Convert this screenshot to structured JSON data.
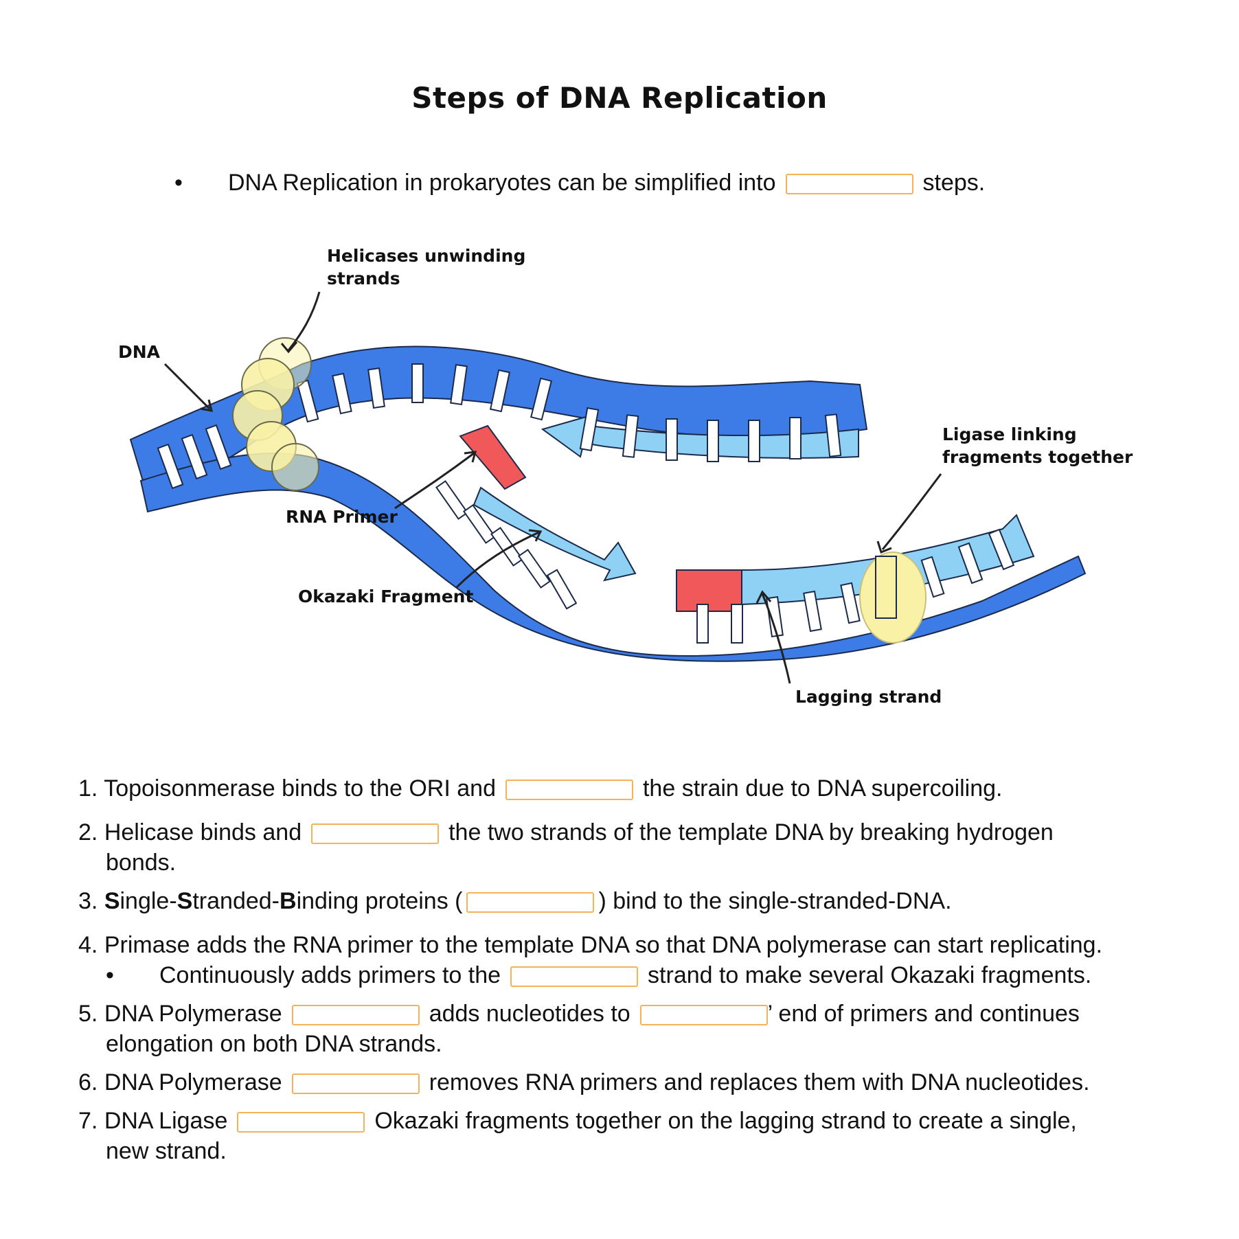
{
  "title": "Steps of DNA Replication",
  "intro": {
    "bullet": "•",
    "before": "DNA Replication in prokaryotes can be simplified into",
    "after": "steps."
  },
  "diagram_labels": {
    "helicases": [
      "Helicases unwinding",
      "strands"
    ],
    "dna": "DNA",
    "ligase": [
      "Ligase linking",
      "fragments together"
    ],
    "rna_primer": "RNA Primer",
    "okazaki": "Okazaki Fragment",
    "lagging": "Lagging strand"
  },
  "colors": {
    "template_strand": "#3d7be6",
    "new_strand": "#8fd0f5",
    "primer": "#f0585a",
    "enzyme": "#f8f1a6",
    "blank_border": "#f5b25a"
  },
  "steps": [
    {
      "num": "1.",
      "before": "Topoisonmerase binds to the ORI and",
      "after": "the strain due to DNA supercoiling."
    },
    {
      "num": "2.",
      "before": "Helicase binds and",
      "after": "the two strands of the template DNA by breaking hydrogen",
      "cont": "bonds."
    },
    {
      "num": "3.",
      "s1": "S",
      "t1": "ingle-",
      "s2": "S",
      "t2": "tranded-",
      "s3": "B",
      "t3": "inding proteins (",
      "after": ") bind to the single-stranded-DNA."
    },
    {
      "num": "4.",
      "text": "Primase adds the RNA primer to the template DNA so that DNA polymerase can start replicating.",
      "sub_bullet": "•",
      "sub_before": "Continuously adds primers to the",
      "sub_after": "strand to make several Okazaki fragments."
    },
    {
      "num": "5.",
      "before": "DNA Polymerase",
      "middle": "adds nucleotides to",
      "after": "’ end of primers and continues",
      "cont": "elongation on both DNA strands."
    },
    {
      "num": "6.",
      "before": "DNA Polymerase",
      "after": "removes RNA primers and replaces them with DNA nucleotides."
    },
    {
      "num": "7.",
      "before": "DNA Ligase",
      "after": "Okazaki fragments together on the lagging strand to create a single,",
      "cont": "new strand."
    }
  ]
}
